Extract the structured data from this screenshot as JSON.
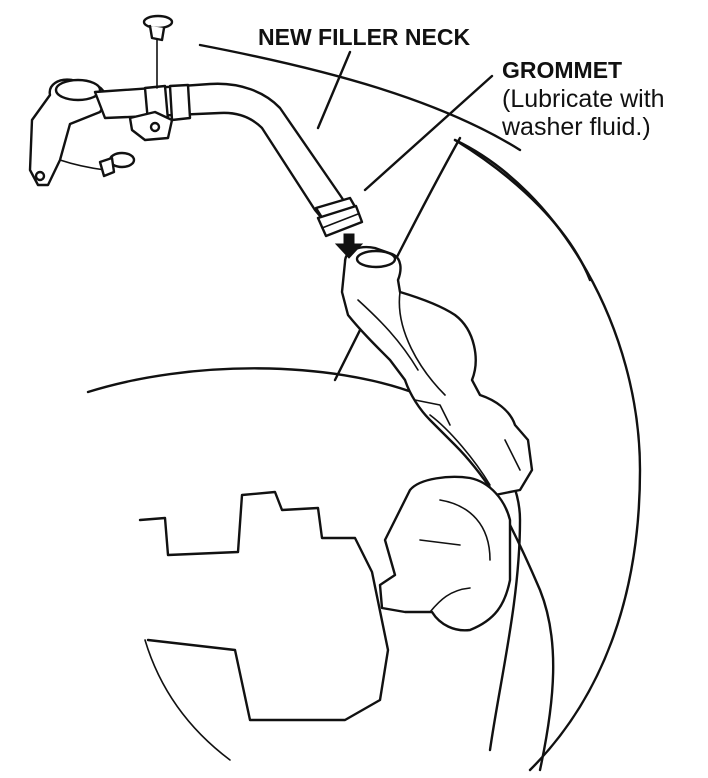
{
  "labels": {
    "new_filler_neck": "NEW FILLER NECK",
    "grommet": "GROMMET",
    "grommet_note_line1": "(Lubricate with",
    "grommet_note_line2": "washer fluid.)"
  }
}
